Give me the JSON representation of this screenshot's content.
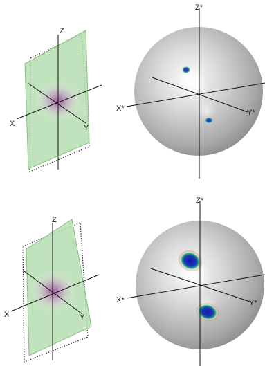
{
  "panels": [
    {
      "plane": {
        "z_label": "Z",
        "x_label": "X",
        "y_label": "Y"
      },
      "sphere": {
        "z_label": "Z*",
        "x_label": "X*",
        "y_label": "Y*"
      }
    },
    {
      "plane": {
        "z_label": "Z",
        "x_label": "X",
        "y_label": "Y"
      },
      "sphere": {
        "z_label": "Z*",
        "x_label": "X*",
        "y_label": "Y*"
      }
    }
  ],
  "colors": {
    "plane_fill": "#b5ddb0",
    "plane_edge": "#86c07f",
    "blob_center": "#9b4f9b",
    "sphere_light": "#f8f8f8",
    "sphere_dark": "#8f8f8f",
    "spot_core": "#1a2aa8",
    "spot_ring": "#2fbf7f",
    "spot_outer": "#e08a8a"
  }
}
